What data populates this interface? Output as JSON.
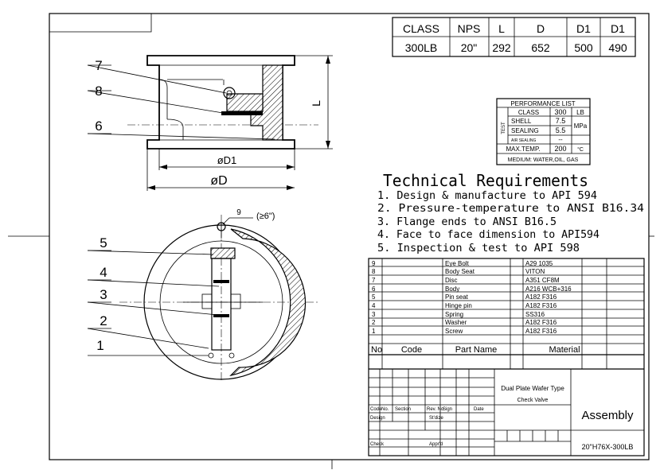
{
  "spec_table": {
    "headers": [
      "CLASS",
      "NPS",
      "L",
      "D",
      "D1",
      "D1"
    ],
    "values": [
      "300LB",
      "20\"",
      "292",
      "652",
      "500",
      "490"
    ]
  },
  "performance": {
    "title": "PERFORMANCE LIST",
    "class_label": "CLASS",
    "class_value": "300",
    "class_unit": "LB",
    "test_label": "TEST",
    "shell_label": "SHELL",
    "shell_value": "7.5",
    "sealing_label": "SEALING",
    "sealing_value": "5.5",
    "pressure_unit": "MPa",
    "air_sealing_label": "AIR SEALING",
    "air_sealing_value": "--",
    "max_temp_label": "MAX.TEMP.",
    "max_temp_value": "200",
    "max_temp_unit": "°C",
    "medium": "MEDIUM: WATER,OIL, GAS"
  },
  "requirements": {
    "title": "Technical Requirements",
    "items": [
      "1. Design & manufacture to API 594",
      "2. Pressure-temperature to ANSI B16.34",
      "3. Flange ends to ANSI B16.5",
      "4. Face to face dimension to API594",
      "5. Inspection & test to API 598"
    ]
  },
  "dimensions": {
    "l": "L",
    "d1": "øD1",
    "d": "øD",
    "bolt_note": "(≥6\")"
  },
  "callouts": {
    "top": [
      "7",
      "8",
      "6"
    ],
    "bottom": [
      "5",
      "4",
      "3",
      "2",
      "1"
    ],
    "eyebolt": "9"
  },
  "parts_list": {
    "rows": [
      {
        "no": "9",
        "name": "Eye Bolt",
        "material": "A29 1035"
      },
      {
        "no": "8",
        "name": "Body Seat",
        "material": "VITON"
      },
      {
        "no": "7",
        "name": "Disc",
        "material": "A351 CF8M"
      },
      {
        "no": "6",
        "name": "Body",
        "material": "A216 WCB+316"
      },
      {
        "no": "5",
        "name": "Pin seat",
        "material": "A182 F316"
      },
      {
        "no": "4",
        "name": "Hinge pin",
        "material": "A182 F316"
      },
      {
        "no": "3",
        "name": "Spring",
        "material": "SS316"
      },
      {
        "no": "2",
        "name": "Washer",
        "material": "A182 F316"
      },
      {
        "no": "1",
        "name": "Screw",
        "material": "A182 F316"
      }
    ],
    "header": {
      "no": "No",
      "code": "Code",
      "name": "Part Name",
      "material": "Material"
    }
  },
  "title_block": {
    "title_line1": "Dual Plate Wafer Type",
    "title_line2": "Check Valve",
    "assembly": "Assembly",
    "drawing_no": "20\"H76X-300LB",
    "labels": {
      "code": "Code",
      "no": "No.",
      "section": "Section",
      "rev_no": "Rev. No.",
      "sign": "Sign",
      "date": "Date",
      "design": "Design",
      "stdize": "St'dize",
      "check": "Check",
      "apprd": "Appr'd"
    }
  }
}
